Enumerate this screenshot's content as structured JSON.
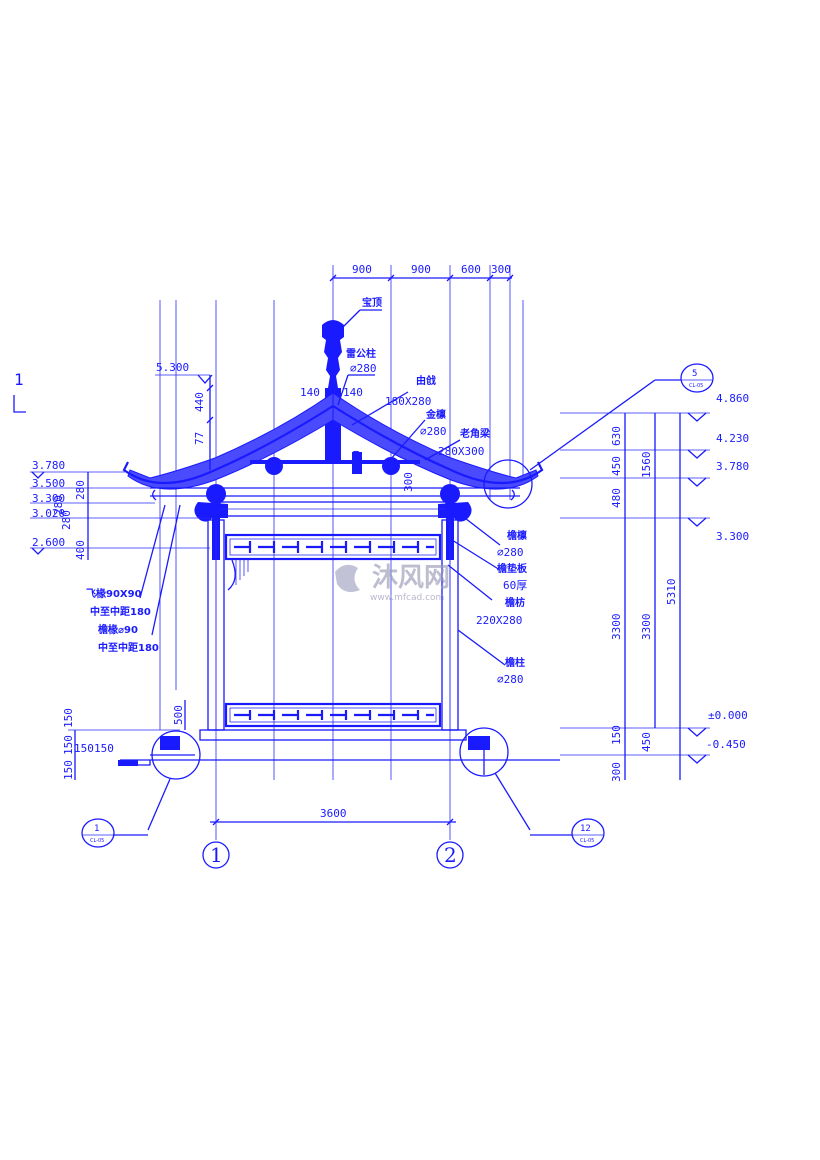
{
  "sheet_mark": "1",
  "top_dims": [
    "900",
    "900",
    "600",
    "300"
  ],
  "bottom_dim": "3600",
  "axes": [
    "1",
    "2"
  ],
  "left_levels": [
    "5.300",
    "3.780",
    "3.500",
    "3.300",
    "3.020",
    "2.600"
  ],
  "left_dims": [
    "440",
    "77",
    "280",
    "280",
    "400",
    "280",
    "500",
    "150",
    "150",
    "150",
    "150",
    "150"
  ],
  "ridge_dims": [
    "140",
    "140",
    "300"
  ],
  "right_levels": [
    "4.860",
    "4.230",
    "3.780",
    "3.300",
    "±0.000",
    "-0.450"
  ],
  "right_dims": [
    "630",
    "450",
    "480",
    "3300",
    "150",
    "450",
    "300"
  ],
  "right_totals": [
    "1560",
    "3300",
    "5310"
  ],
  "labels": {
    "baoding": "宝顶",
    "leigongzhu": "雷公柱",
    "leigongzhu_size": "⌀280",
    "youxian": "由戗",
    "youxian_size": "180X280",
    "jinlin": "金檩",
    "jinlin_size": "⌀280",
    "laojiaoliang": "老角梁",
    "laojiaoliang_size": "280X300",
    "left_1": "飞椽90X90",
    "left_2": "中至中距180",
    "left_3": "檐椽⌀90",
    "left_4": "中至中距180",
    "yanlin": "檐檩",
    "yanlin_size": "⌀280",
    "dianban": "檐垫板",
    "dianban_size": "60厚",
    "yanfang": "檐枋",
    "yanfang_size": "220X280",
    "yanzhu": "檐柱",
    "yanzhu_size": "⌀280"
  },
  "callouts": [
    {
      "num": "5",
      "ref": "CL-05"
    },
    {
      "num": "1",
      "ref": "CL-05"
    },
    {
      "num": "12",
      "ref": "CL-05"
    }
  ],
  "watermark": {
    "text": "沐风网",
    "url": "www.mfcad.com"
  }
}
